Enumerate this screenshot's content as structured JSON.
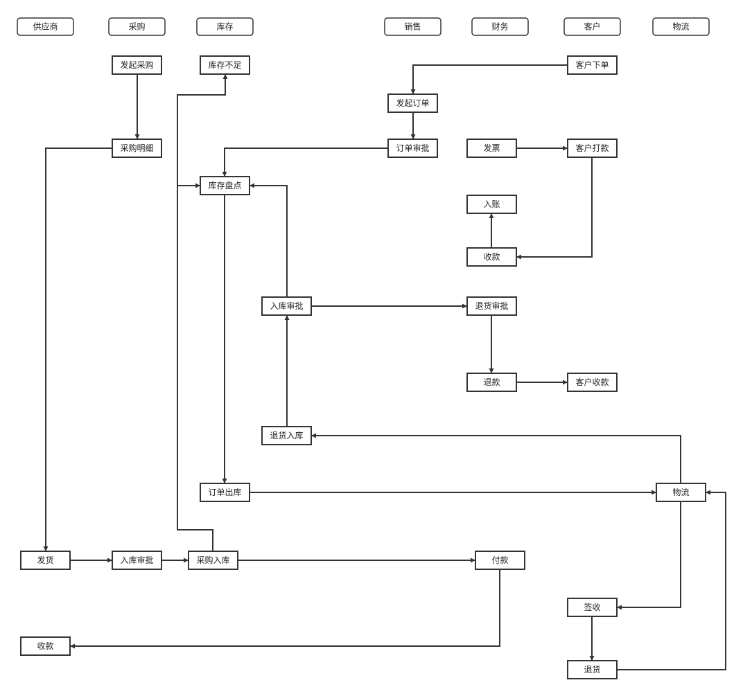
{
  "colors": {
    "stroke": "#333333",
    "text": "#222222",
    "background": "#ffffff"
  },
  "lanes": [
    {
      "id": "supplier",
      "label": "供应商"
    },
    {
      "id": "purchase",
      "label": "采购"
    },
    {
      "id": "inventory",
      "label": "库存"
    },
    {
      "id": "sales",
      "label": "销售"
    },
    {
      "id": "finance",
      "label": "财务"
    },
    {
      "id": "customer",
      "label": "客户"
    },
    {
      "id": "logistics",
      "label": "物流"
    }
  ],
  "nodes": [
    {
      "id": "start_purchase",
      "label": "发起采购"
    },
    {
      "id": "purchase_detail",
      "label": "采购明细"
    },
    {
      "id": "stock_short",
      "label": "库存不足"
    },
    {
      "id": "stocktake",
      "label": "库存盘点"
    },
    {
      "id": "customer_order",
      "label": "客户下单"
    },
    {
      "id": "start_order",
      "label": "发起订单"
    },
    {
      "id": "order_approval",
      "label": "订单审批"
    },
    {
      "id": "invoice",
      "label": "发票"
    },
    {
      "id": "customer_pay",
      "label": "客户打款"
    },
    {
      "id": "booking",
      "label": "入账"
    },
    {
      "id": "collection_fin",
      "label": "收款"
    },
    {
      "id": "inbound_approval_inv",
      "label": "入库审批"
    },
    {
      "id": "return_approval",
      "label": "退货审批"
    },
    {
      "id": "refund",
      "label": "退款"
    },
    {
      "id": "customer_receive_refund",
      "label": "客户收款"
    },
    {
      "id": "return_inbound",
      "label": "退货入库"
    },
    {
      "id": "order_outbound",
      "label": "订单出库"
    },
    {
      "id": "logistics_node",
      "label": "物流"
    },
    {
      "id": "ship",
      "label": "发货"
    },
    {
      "id": "inbound_approval_pur",
      "label": "入库审批"
    },
    {
      "id": "purchase_inbound",
      "label": "采购入库"
    },
    {
      "id": "pay",
      "label": "付款"
    },
    {
      "id": "sign",
      "label": "签收"
    },
    {
      "id": "collection_sup",
      "label": "收款"
    },
    {
      "id": "return_goods",
      "label": "退货"
    }
  ],
  "edges": [
    {
      "id": "e1",
      "from": "start_purchase",
      "to": "purchase_detail"
    },
    {
      "id": "e2",
      "from": "purchase_detail",
      "to": "ship"
    },
    {
      "id": "e3",
      "from": "purchase_inbound",
      "to": "stock_short"
    },
    {
      "id": "e4",
      "from": "purchase_inbound",
      "to": "stocktake"
    },
    {
      "id": "e5",
      "from": "customer_order",
      "to": "start_order"
    },
    {
      "id": "e6",
      "from": "start_order",
      "to": "order_approval"
    },
    {
      "id": "e7",
      "from": "order_approval",
      "to": "stocktake"
    },
    {
      "id": "e8",
      "from": "invoice",
      "to": "customer_pay"
    },
    {
      "id": "e9",
      "from": "customer_pay",
      "to": "collection_fin"
    },
    {
      "id": "e10",
      "from": "collection_fin",
      "to": "booking"
    },
    {
      "id": "e11",
      "from": "inbound_approval_inv",
      "to": "stocktake"
    },
    {
      "id": "e12",
      "from": "inbound_approval_inv",
      "to": "return_approval"
    },
    {
      "id": "e13",
      "from": "return_approval",
      "to": "refund"
    },
    {
      "id": "e14",
      "from": "refund",
      "to": "customer_receive_refund"
    },
    {
      "id": "e15",
      "from": "return_inbound",
      "to": "inbound_approval_inv"
    },
    {
      "id": "e16",
      "from": "logistics_node",
      "to": "return_inbound"
    },
    {
      "id": "e17",
      "from": "stocktake",
      "to": "order_outbound"
    },
    {
      "id": "e18",
      "from": "order_outbound",
      "to": "logistics_node"
    },
    {
      "id": "e19",
      "from": "ship",
      "to": "inbound_approval_pur"
    },
    {
      "id": "e20",
      "from": "inbound_approval_pur",
      "to": "purchase_inbound"
    },
    {
      "id": "e21",
      "from": "purchase_inbound",
      "to": "pay"
    },
    {
      "id": "e22",
      "from": "pay",
      "to": "collection_sup"
    },
    {
      "id": "e23",
      "from": "logistics_node",
      "to": "sign"
    },
    {
      "id": "e24",
      "from": "sign",
      "to": "return_goods"
    },
    {
      "id": "e25",
      "from": "return_goods",
      "to": "logistics_node"
    }
  ]
}
